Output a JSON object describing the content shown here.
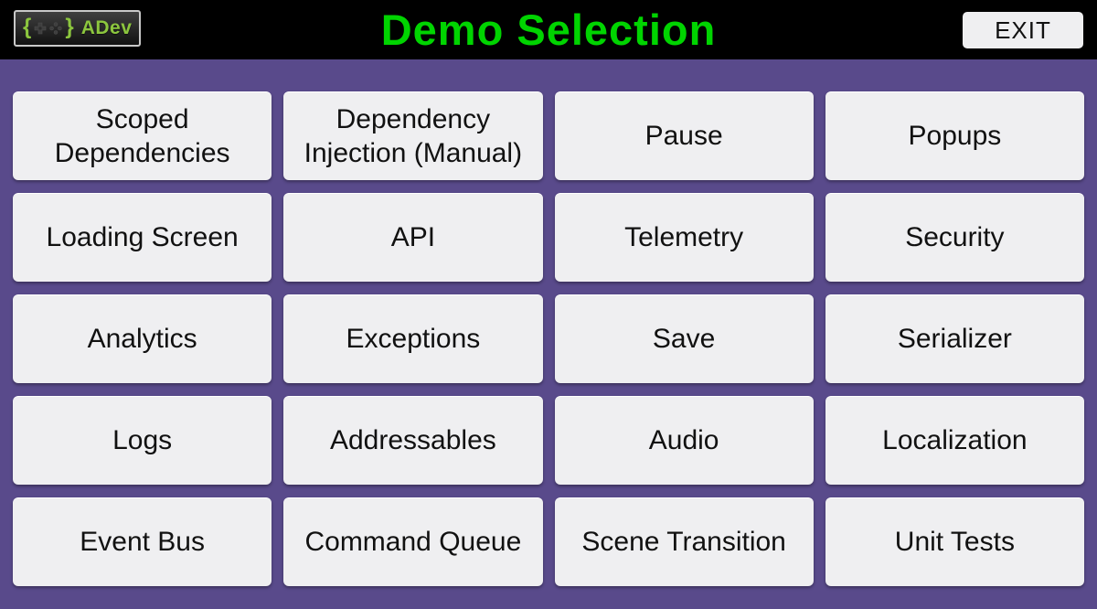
{
  "header": {
    "logo": {
      "brace_open": "{",
      "brace_close": "}",
      "name": "ADev"
    },
    "title": "Demo Selection",
    "exit_label": "EXIT"
  },
  "colors": {
    "background": "#594A8B",
    "header_bg": "#000000",
    "title_green": "#00D400",
    "logo_green": "#8CC63E",
    "button_bg": "#EFEFF1",
    "button_text": "#111111"
  },
  "icons": {
    "logo_dpad": "dpad-icon",
    "logo_buttons": "gamepad-buttons-icon"
  },
  "grid": {
    "buttons": [
      {
        "label": "Scoped Dependencies"
      },
      {
        "label": "Dependency Injection (Manual)"
      },
      {
        "label": "Pause"
      },
      {
        "label": "Popups"
      },
      {
        "label": "Loading Screen"
      },
      {
        "label": "API"
      },
      {
        "label": "Telemetry"
      },
      {
        "label": "Security"
      },
      {
        "label": "Analytics"
      },
      {
        "label": "Exceptions"
      },
      {
        "label": "Save"
      },
      {
        "label": "Serializer"
      },
      {
        "label": "Logs"
      },
      {
        "label": "Addressables"
      },
      {
        "label": "Audio"
      },
      {
        "label": "Localization"
      },
      {
        "label": "Event Bus"
      },
      {
        "label": "Command Queue"
      },
      {
        "label": "Scene Transition"
      },
      {
        "label": "Unit Tests"
      }
    ]
  }
}
